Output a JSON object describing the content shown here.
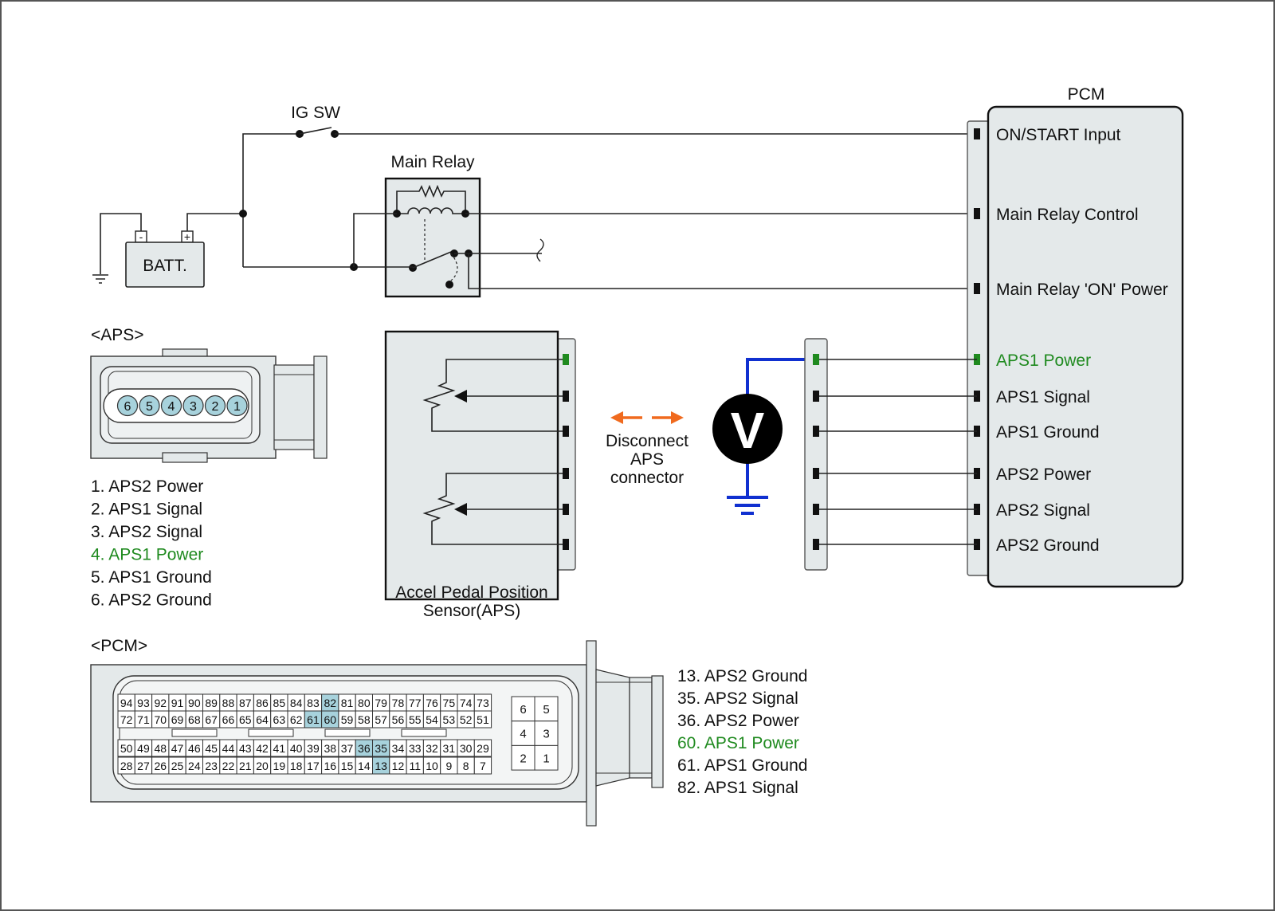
{
  "labels": {
    "ig_sw": "IG SW",
    "main_relay": "Main Relay",
    "batt": "BATT.",
    "batt_minus": "-",
    "batt_plus": "+",
    "pcm_title": "PCM",
    "aps_section": "<APS>",
    "pcm_section": "<PCM>",
    "aps_sensor_line1": "Accel Pedal Position",
    "aps_sensor_line2": "Sensor(APS)",
    "disconnect_line1": "Disconnect",
    "disconnect_line2": "APS",
    "disconnect_line3": "connector",
    "voltmeter": "V"
  },
  "pcm_terminals": [
    {
      "label": "ON/START Input",
      "highlight": false
    },
    {
      "label": "Main Relay Control",
      "highlight": false
    },
    {
      "label": "Main Relay 'ON' Power",
      "highlight": false
    },
    {
      "label": "APS1 Power",
      "highlight": true
    },
    {
      "label": "APS1 Signal",
      "highlight": false
    },
    {
      "label": "APS1 Ground",
      "highlight": false
    },
    {
      "label": "APS2 Power",
      "highlight": false
    },
    {
      "label": "APS2 Signal",
      "highlight": false
    },
    {
      "label": "APS2 Ground",
      "highlight": false
    }
  ],
  "aps_connector_pins": [
    "6",
    "5",
    "4",
    "3",
    "2",
    "1"
  ],
  "aps_pin_list": [
    {
      "text": "1. APS2 Power",
      "highlight": false
    },
    {
      "text": "2. APS1 Signal",
      "highlight": false
    },
    {
      "text": "3. APS2 Signal",
      "highlight": false
    },
    {
      "text": "4. APS1 Power",
      "highlight": true
    },
    {
      "text": "5. APS1 Ground",
      "highlight": false
    },
    {
      "text": "6. APS2 Ground",
      "highlight": false
    }
  ],
  "pcm_pin_list": [
    {
      "text": "13. APS2 Ground",
      "highlight": false
    },
    {
      "text": "35. APS2 Signal",
      "highlight": false
    },
    {
      "text": "36. APS2 Power",
      "highlight": false
    },
    {
      "text": "60. APS1 Power",
      "highlight": true
    },
    {
      "text": "61. APS1 Ground",
      "highlight": false
    },
    {
      "text": "82. APS1 Signal",
      "highlight": false
    }
  ],
  "pcm_connector": {
    "rows": [
      [
        "94",
        "93",
        "92",
        "91",
        "90",
        "89",
        "88",
        "87",
        "86",
        "85",
        "84",
        "83",
        "82",
        "81",
        "80",
        "79",
        "78",
        "77",
        "76",
        "75",
        "74",
        "73"
      ],
      [
        "72",
        "71",
        "70",
        "69",
        "68",
        "67",
        "66",
        "65",
        "64",
        "63",
        "62",
        "61",
        "60",
        "59",
        "58",
        "57",
        "56",
        "55",
        "54",
        "53",
        "52",
        "51"
      ],
      [
        "50",
        "49",
        "48",
        "47",
        "46",
        "45",
        "44",
        "43",
        "42",
        "41",
        "40",
        "39",
        "38",
        "37",
        "36",
        "35",
        "34",
        "33",
        "32",
        "31",
        "30",
        "29"
      ],
      [
        "28",
        "27",
        "26",
        "25",
        "24",
        "23",
        "22",
        "21",
        "20",
        "19",
        "18",
        "17",
        "16",
        "15",
        "14",
        "13",
        "12",
        "11",
        "10",
        "9",
        "8",
        "7"
      ]
    ],
    "highlighted_pins": [
      "82",
      "61",
      "60",
      "36",
      "35",
      "13"
    ],
    "small_block": [
      [
        "6",
        "5"
      ],
      [
        "4",
        "3"
      ],
      [
        "2",
        "1"
      ]
    ]
  },
  "colors": {
    "highlight_text": "#1f8a1f",
    "probe_wire": "#1030d0",
    "arrow": "#f06a1e",
    "pin_highlight": "#a7d2dc",
    "body_fill": "#e4e9ea"
  }
}
